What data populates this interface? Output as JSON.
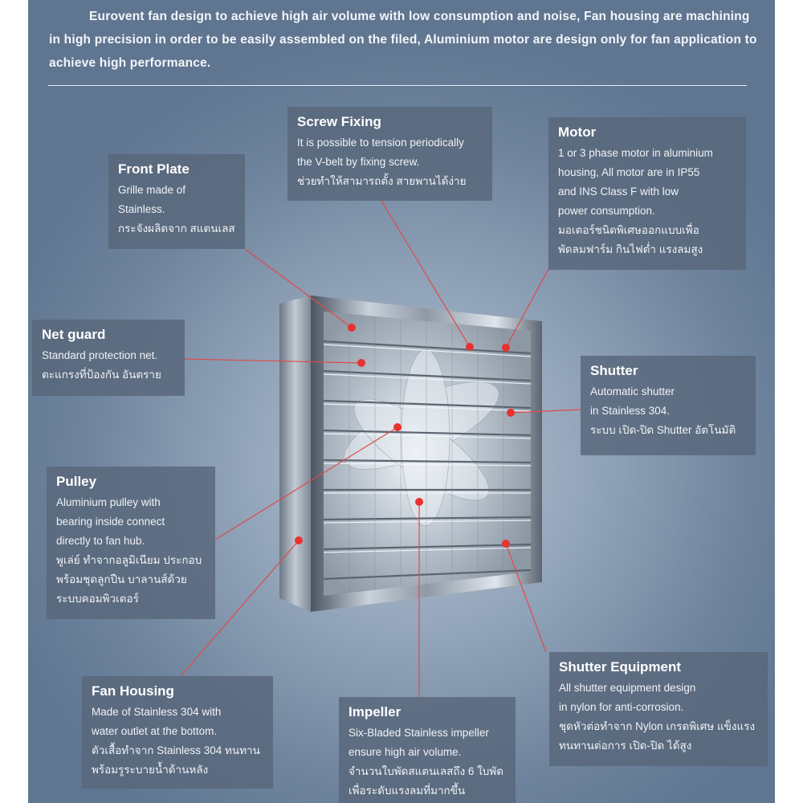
{
  "intro": "Eurovent fan design to achieve high air volume with low consumption and noise, Fan housing are machining in high precision in order to be easily assembled on the filed, Aluminium motor are design only for fan application to achieve high performance.",
  "callouts": {
    "front_plate": {
      "title": "Front Plate",
      "desc": "Grille made of\nStainless.\nกระจังผลิตจาก สแตนเลส"
    },
    "screw_fixing": {
      "title": "Screw Fixing",
      "desc": "It is possible to tension periodically\nthe V-belt by fixing screw.\nช่วยทำให้สามารถตั้ง สายพานได้ง่าย"
    },
    "motor": {
      "title": "Motor",
      "desc": "1 or 3 phase motor in aluminium\nhousing, All motor are in IP55\nand INS Class F with low\npower consumption.\nมอเตอร์ชนิดพิเศษออกแบบเพื่อ\nพัดลมฟาร์ม กินไฟต่ำ แรงลมสูง"
    },
    "net_guard": {
      "title": "Net guard",
      "desc": "Standard protection net.\nตะแกรงที่ป้องกัน อันตราย"
    },
    "shutter": {
      "title": "Shutter",
      "desc": "Automatic shutter\nin Stainless 304.\nระบบ เปิด-ปิด Shutter อัตโนมัติ"
    },
    "pulley": {
      "title": "Pulley",
      "desc": "Aluminium pulley with\nbearing inside connect\ndirectly to fan hub.\nพูเล่ย์ ทำจากอลูมิเนียม ประกอบ\nพร้อมชุดลูกปืน บาลานส์ด้วย\nระบบคอมพิวเตอร์"
    },
    "shutter_equipment": {
      "title": "Shutter Equipment",
      "desc": "All shutter equipment design\nin nylon for anti-corrosion.\nชุดหัวต่อทำจาก Nylon เกรดพิเศษ แข็งแรง\nทนทานต่อการ เปิด-ปิด ได้สูง"
    },
    "fan_housing": {
      "title": "Fan Housing",
      "desc": "Made of Stainless 304 with\nwater outlet at the bottom.\nตัวเสื้อทำจาก Stainless 304 ทนทาน\nพร้อมรูระบายน้ำด้านหลัง"
    },
    "impeller": {
      "title": "Impeller",
      "desc": "Six-Bladed Stainless impeller\nensure high air volume.\nจำนวนใบพัดสแตนเลสถึง 6 ใบพัด\nเพื่อระดับแรงลมที่มากขึ้น"
    }
  },
  "colors": {
    "marker": "#e8322f",
    "panel": "#7a8da5",
    "callout_bg": "#58667a"
  }
}
